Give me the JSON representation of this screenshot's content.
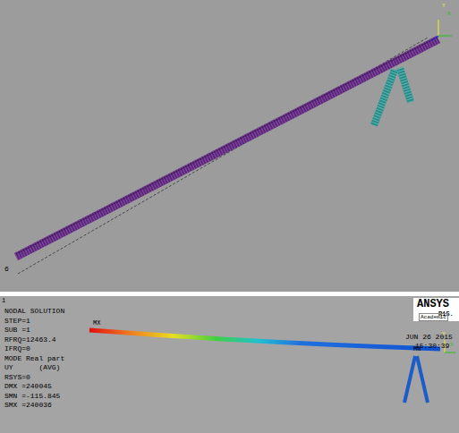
{
  "diagram": {
    "labels": [
      "6",
      "Y",
      "X",
      "1",
      "NODAL SOLUTION",
      "STEP=1",
      "SUB =1",
      "RFRQ=12463.4",
      "IFRQ=0",
      "MODE Real part",
      "UY      (AVG)",
      "RSYS=0",
      "DMX =240045",
      "SMN =-115.845",
      "SMX =240036",
      "ANSYS",
      "R15.",
      "Academic",
      "JUN 26 2015",
      "15:30:39",
      "MX",
      "MN",
      "Y",
      "X"
    ]
  }
}
